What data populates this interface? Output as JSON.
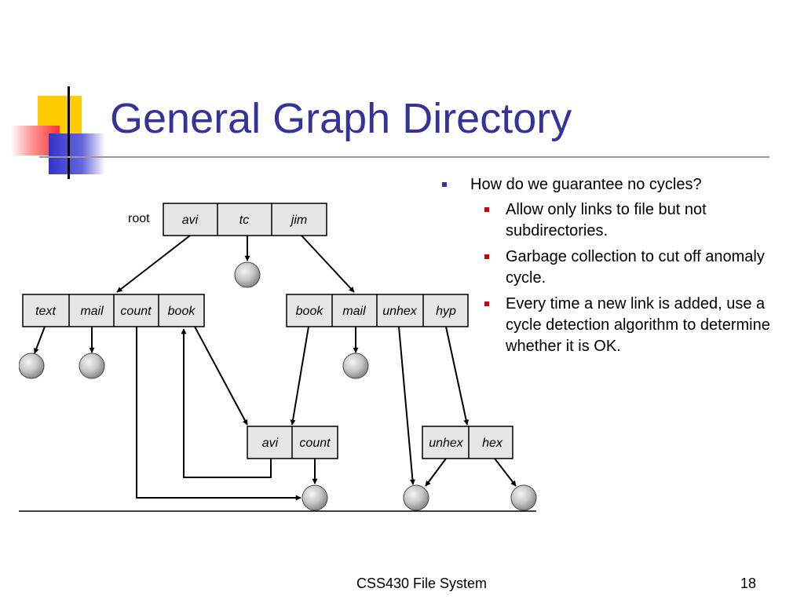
{
  "slide": {
    "title": "General Graph Directory",
    "footer": "CSS430 File System",
    "page_number": "18",
    "accent_colors": {
      "title": "#33339a",
      "yellow": "#ffcc00",
      "red": "#ff3333",
      "blue": "#3333cc"
    }
  },
  "bullets": [
    {
      "text": "How do we guarantee no cycles?",
      "sub": [
        {
          "text": "Allow only links to file but not subdirectories."
        },
        {
          "text": "Garbage collection to cut off anomaly cycle."
        },
        {
          "text": "Every time a new link is added, use a cycle detection algorithm to determine whether it is OK."
        }
      ]
    }
  ],
  "diagram": {
    "root_label": "root",
    "root_dir": [
      "avi",
      "tc",
      "jim"
    ],
    "left_dir": [
      "text",
      "mail",
      "count",
      "book"
    ],
    "right_dir": [
      "book",
      "mail",
      "unhex",
      "hyp"
    ],
    "lower_left_dir": [
      "avi",
      "count"
    ],
    "lower_right_dir": [
      "unhex",
      "hex"
    ]
  }
}
